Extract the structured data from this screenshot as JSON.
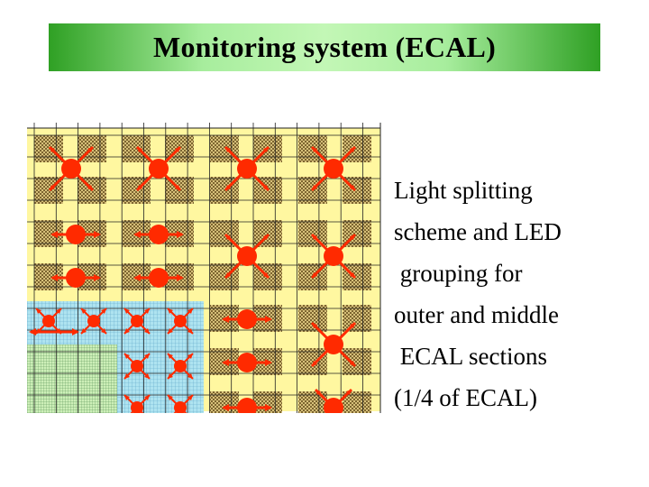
{
  "title": "Monitoring system (ECAL)",
  "caption_lines": [
    "Light splitting",
    "scheme and LED",
    " grouping for",
    "outer and middle",
    " ECAL sections",
    "(1/4 of ECAL)"
  ],
  "colors": {
    "outer_section": "#fff7a0",
    "middle_section": "#a9e0ee",
    "inner_section": "#c7efb0",
    "module_block": "#bfa45c",
    "led": "#ff2a00",
    "title_gradient_edge": "#2fa024",
    "title_gradient_center": "#c3f7b6"
  },
  "diagram": {
    "big_led_icon": "led-star-icon",
    "small_led_icon": "led-star-small-icon",
    "arrow_led_icon": "led-arrow-icon"
  }
}
